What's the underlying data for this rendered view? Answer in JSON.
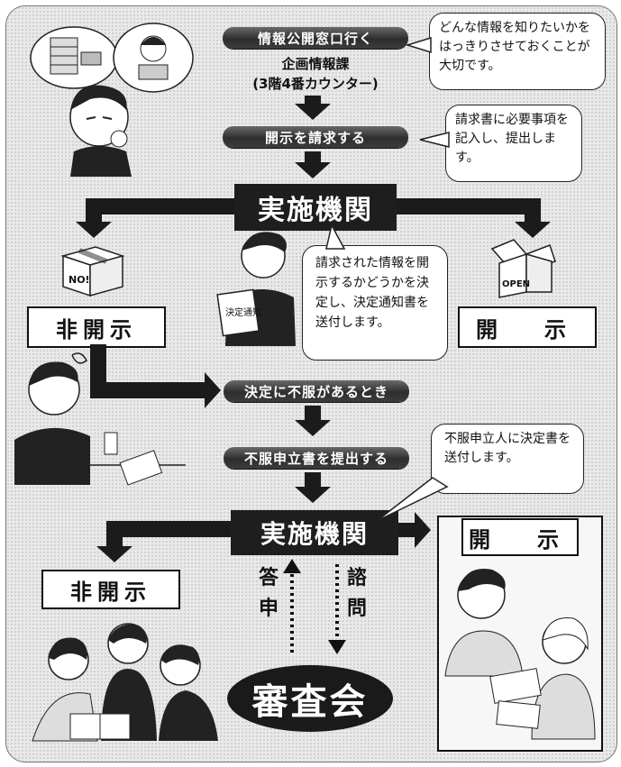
{
  "flow": {
    "step1": "情報公開窓口行く",
    "office_name": "企画情報課",
    "office_location": "(3階4番カウンター)",
    "step2": "開示を請求する",
    "agency_1": "実施機関",
    "nondisclosure_1": "非開示",
    "disclosure_1": "開　示",
    "step3": "決定に不服があるとき",
    "step4": "不服申立書を提出する",
    "agency_2": "実施機関",
    "disclosure_2": "開　示",
    "nondisclosure_2": "非開示",
    "answer_label": "答申",
    "inquiry_label": "諮問",
    "review_board": "審査会"
  },
  "bubbles": {
    "b1": "どんな情報を知りたいかをはっきりさせておくことが大切です。",
    "b2": "請求書に必要事項を記入し、提出します。",
    "b3": "請求された情報を開示するかどうかを決定し、決定通知書を送付します。",
    "b4": "不服申立人に決定書を送付します。"
  },
  "illustration_text": {
    "box_closed": "NO!",
    "box_open": "OPEN",
    "doc_text": "決定通知"
  }
}
